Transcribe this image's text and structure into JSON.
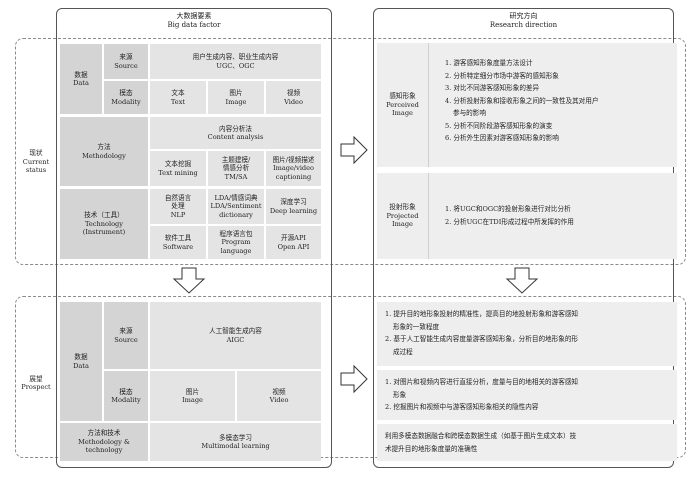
{
  "left_header": {
    "zh": "大数据要素",
    "en": "Big data factor"
  },
  "right_header": {
    "zh": "研究方向",
    "en": "Research direction"
  },
  "status": {
    "current": [
      "现状",
      "Current",
      "status"
    ],
    "prospect": [
      "展望",
      "Prospect"
    ]
  },
  "current": {
    "data": {
      "label": [
        "数据",
        "Data"
      ]
    },
    "source": {
      "label": [
        "来源",
        "Source"
      ],
      "value": [
        "用户生成内容、职业生成内容",
        "UGC、OGC"
      ]
    },
    "modality": {
      "label": [
        "模态",
        "Modality"
      ],
      "items": [
        [
          "文本",
          "Text"
        ],
        [
          "图片",
          "Image"
        ],
        [
          "视频",
          "Video"
        ]
      ]
    },
    "method": {
      "label": [
        "方法",
        "Methodology"
      ],
      "header": [
        "内容分析法",
        "Content analysis"
      ],
      "items": [
        [
          "文本挖掘",
          "Text mining"
        ],
        [
          "主题建模/",
          "情感分析",
          "TM/SA"
        ],
        [
          "图片/视频描述",
          "Image/video",
          "captioning"
        ]
      ]
    },
    "tech": {
      "label": [
        "技术（工具）",
        "Technology",
        "(Instrument)"
      ],
      "items": [
        [
          "自然语言",
          "处理",
          "NLP"
        ],
        [
          "LDA/情感词典",
          "LDA/Sentiment",
          "dictionary"
        ],
        [
          "深度学习",
          "Deep learning"
        ],
        [
          "软件工具",
          "Software"
        ],
        [
          "程序语言包",
          "Program",
          "language"
        ],
        [
          "开源API",
          "Open API"
        ]
      ]
    }
  },
  "perceived": {
    "label": [
      "感知形象",
      "Perceived",
      "Image"
    ],
    "items": [
      "1. 游客感知形象度量方法设计",
      "2. 分析特定细分市场中游客的感知形象",
      "3. 对比不同游客感知形象的差异",
      "4. 分析投射形象和接收形象之间的一致性及其对用户",
      "参与的影响",
      "5. 分析不同阶段游客感知形象的演变",
      "6. 分析外生因素对游客感知形象的影响"
    ]
  },
  "projected": {
    "label": [
      "投射形象",
      "Projected",
      "Image"
    ],
    "items": [
      "1. 将UGC和OGC的投射形象进行对比分析",
      "2. 分析UGC在TDI形成过程中所发挥的作用"
    ]
  },
  "prospect": {
    "data": {
      "label": [
        "数据",
        "Data"
      ]
    },
    "source": {
      "label": [
        "来源",
        "Source"
      ],
      "value": [
        "人工智能生成内容",
        "AIGC"
      ]
    },
    "modality": {
      "label": [
        "模态",
        "Modality"
      ],
      "items": [
        [
          "图片",
          "Image"
        ],
        [
          "视频",
          "Video"
        ]
      ]
    },
    "method": {
      "label": [
        "方法和技术",
        "Methodology &",
        "technology"
      ],
      "value": [
        "多模态学习",
        "Multimodal learning"
      ]
    }
  },
  "future": {
    "box1": [
      "1. 提升目的地形象投射的精准性，提高目的地投射形象和游客感知",
      "形象的一致程度",
      "2. 基于人工智能生成内容度量游客感知形象，分析目的地形象的形",
      "成过程"
    ],
    "box2": [
      "1. 对图片和视频内容进行直接分析，度量与目的地相关的游客感知",
      "形象",
      "2. 挖掘图片和视频中与游客感知形象相关的隐性内容"
    ],
    "box3": [
      "利用多模态数据融合和跨模态数据生成（如基于图片生成文本）技",
      "术提升目的地形象度量的准确性"
    ]
  }
}
